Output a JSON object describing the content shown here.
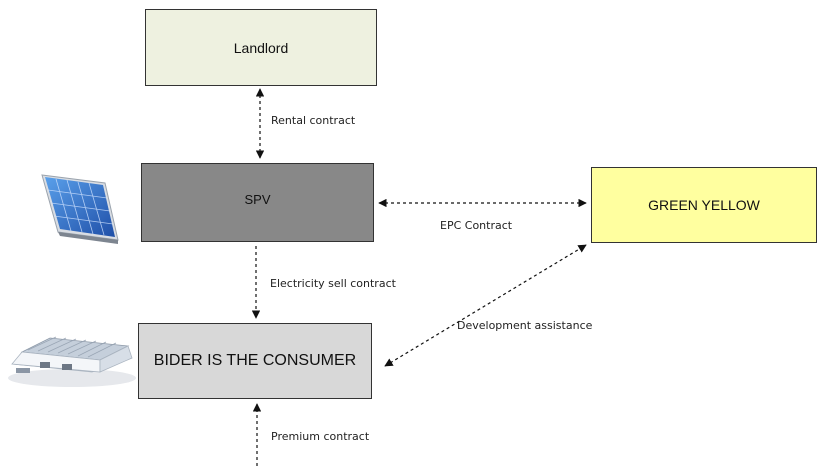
{
  "nodes": {
    "landlord": "Landlord",
    "spv": "SPV",
    "green_yellow": "GREEN YELLOW",
    "consumer": "BIDER IS THE CONSUMER"
  },
  "edges": {
    "rental": "Rental contract",
    "epc": "EPC Contract",
    "electricity": "Electricity sell contract",
    "development": "Development assistance",
    "premium": "Premium contract"
  },
  "icons": {
    "solar_panel": "solar-panel-icon",
    "building": "industrial-building-icon"
  },
  "colors": {
    "landlord_fill": "#eef1e0",
    "spv_fill": "#888888",
    "green_yellow_fill": "#ffff9f",
    "consumer_fill": "#d8d8d8"
  }
}
